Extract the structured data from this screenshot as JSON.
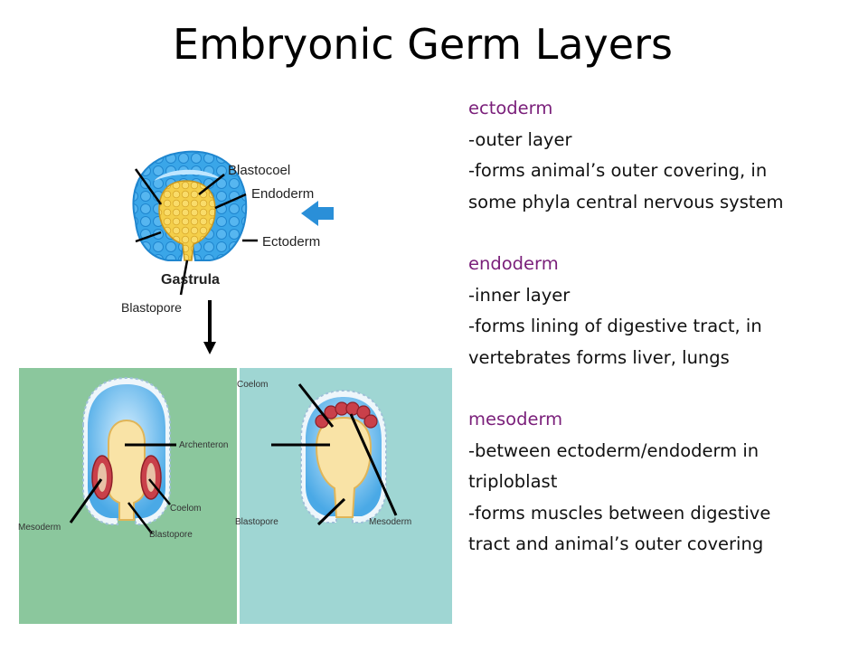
{
  "title": "Embryonic Germ Layers",
  "gastrula": {
    "labels": {
      "blastocoel": "Blastocoel",
      "endoderm": "Endoderm",
      "ectoderm": "Ectoderm",
      "gastrula": "Gastrula",
      "blastopore": "Blastopore"
    }
  },
  "panel_left": {
    "labels": {
      "archenteron": "Archenteron",
      "coelom": "Coelom",
      "mesoderm": "Mesoderm",
      "blastopore": "Blastopore"
    }
  },
  "panel_right": {
    "labels": {
      "coelom": "Coelom",
      "blastopore": "Blastopore",
      "mesoderm": "Mesoderm"
    }
  },
  "notes": {
    "ectoderm": {
      "heading": "ectoderm",
      "line1": "-outer layer",
      "line2": "-forms animal’s outer covering, in",
      "line3": "some phyla central nervous system"
    },
    "endoderm": {
      "heading": "endoderm",
      "line1": "-inner layer",
      "line2": "-forms lining of digestive tract, in",
      "line3": "vertebrates forms liver, lungs"
    },
    "mesoderm": {
      "heading": "mesoderm",
      "line1": "-between ectoderm/endoderm in",
      "line2": "triploblast",
      "line3": "-forms muscles between digestive",
      "line4": "tract and animal’s outer covering"
    }
  },
  "colors": {
    "heading": "#7a1f7a",
    "ectoderm_blue": "#2f9be0",
    "endoderm_yellow": "#f7e27a",
    "mesoderm_red": "#c9404a",
    "panel_left_bg": "#8bc79d",
    "panel_right_bg": "#9fd6d3",
    "arrow_blue": "#2a8fd8"
  }
}
